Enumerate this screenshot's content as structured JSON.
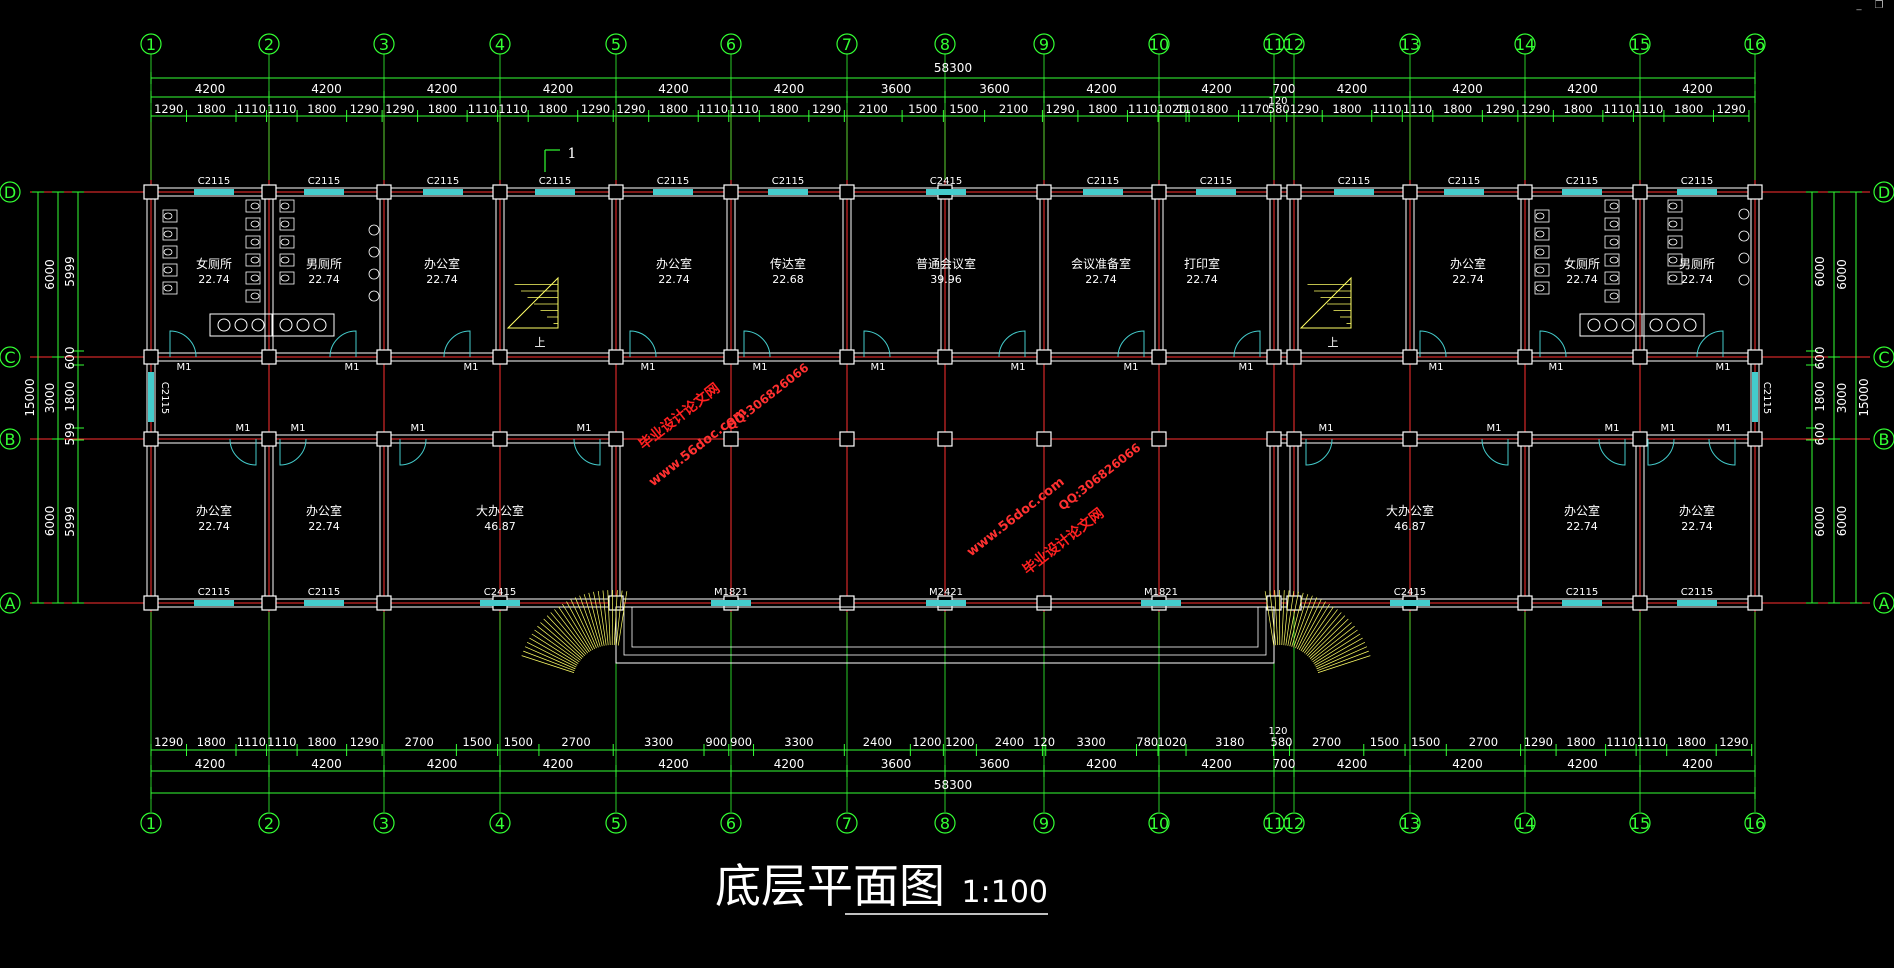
{
  "drawing": {
    "title": "底层平面图",
    "scale": "1:100",
    "overall_dimension": "58300"
  },
  "grid_x": [
    "1",
    "2",
    "3",
    "4",
    "5",
    "6",
    "7",
    "8",
    "9",
    "10",
    "11",
    "12",
    "13",
    "14",
    "15",
    "16"
  ],
  "grid_y": [
    "D",
    "C",
    "B",
    "A"
  ],
  "top_bays": [
    "4200",
    "4200",
    "4200",
    "4200",
    "4200",
    "4200",
    "3600",
    "3600",
    "4200",
    "4200",
    "700",
    "4200",
    "4200",
    "4200",
    "4200"
  ],
  "top_subs": [
    "1290",
    "1800",
    "1110",
    "1110",
    "1800",
    "1290",
    "1290",
    "1800",
    "1110",
    "1110",
    "1800",
    "1290",
    "1290",
    "1800",
    "1110",
    "1110",
    "1800",
    "1290",
    "2100",
    "1500",
    "1500",
    "2100",
    "1290",
    "1800",
    "1110",
    "1020",
    "110",
    "1800",
    "1170",
    "580",
    "1290",
    "1800",
    "1110",
    "1110",
    "1800",
    "1290",
    "1290",
    "1800",
    "1110",
    "1110",
    "1800",
    "1290"
  ],
  "bot_bays": [
    "4200",
    "4200",
    "4200",
    "4200",
    "4200",
    "4200",
    "3600",
    "3600",
    "4200",
    "4200",
    "700",
    "4200",
    "4200",
    "4200",
    "4200"
  ],
  "bot_subs": [
    "1290",
    "1800",
    "1110",
    "1110",
    "1800",
    "1290",
    "2700",
    "1500",
    "1500",
    "2700",
    "3300",
    "900",
    "900",
    "3300",
    "2400",
    "1200",
    "1200",
    "2400",
    "120",
    "3300",
    "780",
    "1020",
    "3180",
    "580",
    "2700",
    "1500",
    "1500",
    "2700",
    "1290",
    "1800",
    "1110",
    "1110",
    "1800",
    "1290"
  ],
  "extra_dims": [
    "120",
    "120"
  ],
  "left_dims": {
    "outer": "15000",
    "mid": [
      "6000",
      "3000",
      "6000"
    ],
    "inner": [
      "5999",
      "600",
      "1800",
      "599",
      "5999"
    ]
  },
  "right_dims": {
    "outer": "15000",
    "mid": [
      "6000",
      "3000",
      "6000"
    ],
    "inner": [
      "6000",
      "600",
      "1800",
      "600",
      "6000"
    ]
  },
  "rooms": [
    {
      "name": "女厕所",
      "area": "22.74"
    },
    {
      "name": "男厕所",
      "area": "22.74"
    },
    {
      "name": "办公室",
      "area": "22.74"
    },
    {
      "name": "办公室",
      "area": "22.74"
    },
    {
      "name": "传达室",
      "area": "22.68"
    },
    {
      "name": "普通会议室",
      "area": "39.96"
    },
    {
      "name": "会议准备室",
      "area": "22.74"
    },
    {
      "name": "打印室",
      "area": "22.74"
    },
    {
      "name": "办公室",
      "area": "22.74"
    },
    {
      "name": "女厕所",
      "area": "22.74"
    },
    {
      "name": "男厕所",
      "area": "22.74"
    },
    {
      "name": "办公室",
      "area": "22.74"
    },
    {
      "name": "办公室",
      "area": "22.74"
    },
    {
      "name": "大办公室",
      "area": "46.87"
    },
    {
      "name": "大办公室",
      "area": "46.87"
    },
    {
      "name": "办公室",
      "area": "22.74"
    },
    {
      "name": "办公室",
      "area": "22.74"
    }
  ],
  "windows_top": [
    "C2115",
    "C2115",
    "C2115",
    "C2115",
    "C2115",
    "C2115",
    "C2415",
    "C2115",
    "C2115",
    "C2115",
    "C2115",
    "C2115",
    "C2115"
  ],
  "windows_bottom": [
    "C2115",
    "C2115",
    "C2415",
    "M1821",
    "M2421",
    "M1821",
    "C2415",
    "C2115",
    "C2115"
  ],
  "windows_side": [
    "C2115",
    "C2115"
  ],
  "doors": [
    "M1",
    "M1",
    "M1",
    "M1",
    "M1",
    "M1",
    "M1",
    "M1",
    "M1",
    "M1",
    "M1",
    "M1",
    "M1",
    "M1",
    "M1",
    "M1",
    "M1",
    "M1",
    "M1",
    "M1",
    "M1"
  ],
  "stair_labels": [
    "上",
    "上"
  ],
  "section_mark": "1",
  "watermarks": [
    "毕业设计论文网",
    "www.56doc.com",
    "QQ:306826066",
    "毕业设计论文网",
    "www.56doc.com",
    "QQ:306826066"
  ],
  "colors": {
    "background": "#000000",
    "axis": "#ff3030",
    "dimension": "#33ff33",
    "wall": "#ffffff",
    "window": "#44cccc",
    "label": "#ffffff",
    "watermark": "#ff2020",
    "fixture": "#ffff66"
  },
  "window_controls": {
    "minimize": "_",
    "restore": "❐"
  }
}
